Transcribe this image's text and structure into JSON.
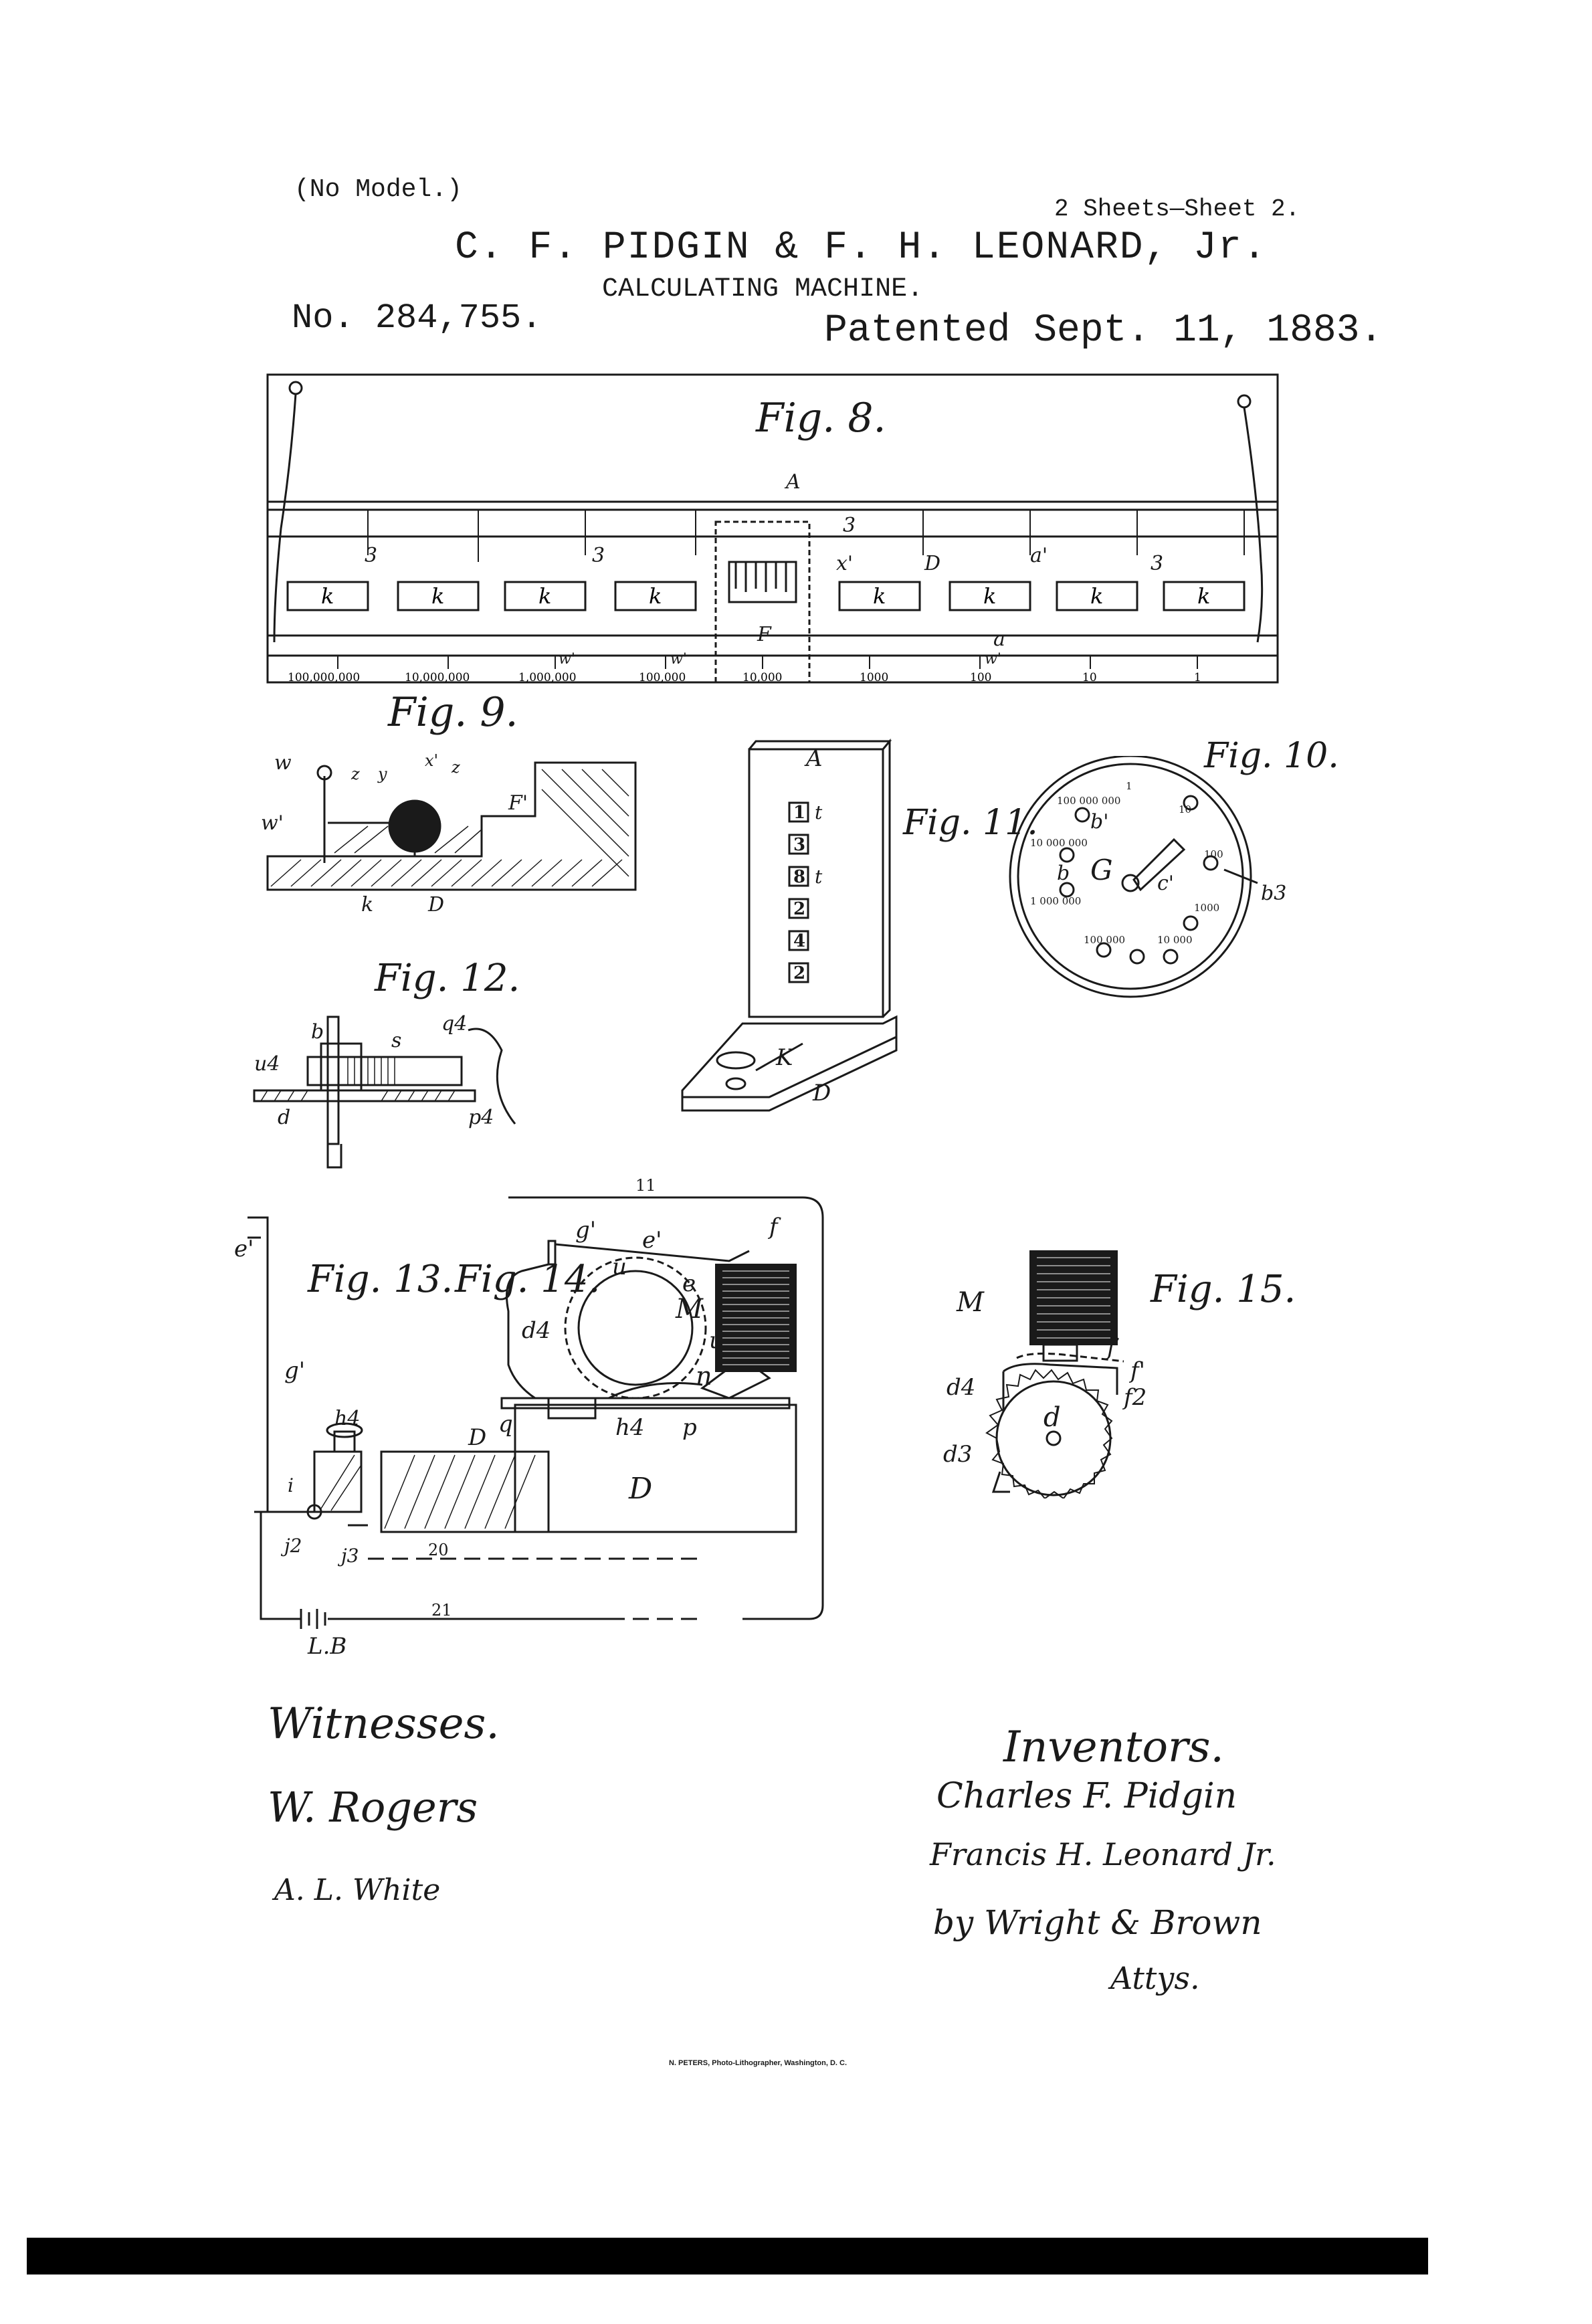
{
  "header": {
    "no_model": "(No Model.)",
    "sheets": "2 Sheets—Sheet 2.",
    "inventors_names": "C. F. PIDGIN & F. H. LEONARD, Jr.",
    "title": "CALCULATING MACHINE.",
    "patent_number": "No. 284,755.",
    "patent_date": "Patented Sept. 11, 1883."
  },
  "figures": {
    "fig8": {
      "label": "Fig. 8.",
      "letters": [
        "A",
        "3",
        "3",
        "3",
        "x'",
        "D",
        "a'",
        "3",
        "a",
        "F",
        "w'",
        "w'",
        "w'"
      ],
      "keys": [
        "k",
        "k",
        "k",
        "k",
        "k",
        "k",
        "k",
        "k"
      ],
      "scale": [
        "100,000,000",
        "10,000,000",
        "1,000,000",
        "100,000",
        "10,000",
        "1000",
        "100",
        "10",
        "1"
      ]
    },
    "fig9": {
      "label": "Fig. 9.",
      "letters": [
        "w",
        "w'",
        "z",
        "y",
        "x'",
        "z",
        "F'",
        "k",
        "D"
      ]
    },
    "fig10": {
      "label": "Fig. 10.",
      "letters": [
        "G",
        "b'",
        "b",
        "c'",
        "b3"
      ],
      "dial": [
        "1",
        "10",
        "100",
        "1000",
        "10 000",
        "100 000",
        "1 000 000",
        "10 000 000",
        "100 000 000"
      ]
    },
    "fig11": {
      "label": "Fig. 11.",
      "letters": [
        "A",
        "t",
        "t",
        "K",
        "D"
      ],
      "digits": [
        "1",
        "3",
        "8",
        "2",
        "4",
        "2"
      ]
    },
    "fig12": {
      "label": "Fig. 12.",
      "letters": [
        "b",
        "s",
        "q4",
        "u4",
        "d",
        "p4"
      ]
    },
    "fig13": {
      "label": "Fig. 13.",
      "letters": [
        "e'",
        "g'",
        "h4",
        "i",
        "D",
        "j2",
        "j3",
        "20",
        "21",
        "L.B"
      ]
    },
    "fig14": {
      "label": "Fig. 14.",
      "letters": [
        "11",
        "g'",
        "e'",
        "f",
        "u",
        "M",
        "d4",
        "e",
        "u",
        "n",
        "q",
        "h4",
        "p",
        "D"
      ]
    },
    "fig15": {
      "label": "Fig. 15.",
      "letters": [
        "M",
        "f",
        "f'",
        "d4",
        "f2",
        "d",
        "d3"
      ]
    }
  },
  "witnesses": {
    "heading": "Witnesses.",
    "names": [
      "W. Rogers",
      "A. L. White"
    ]
  },
  "inventors": {
    "heading": "Inventors.",
    "names": [
      "Charles F. Pidgin",
      "Francis H. Leonard Jr.",
      "by Wright & Brown",
      "Attys."
    ]
  },
  "imprint": "N. PETERS, Photo-Lithographer, Washington, D. C."
}
